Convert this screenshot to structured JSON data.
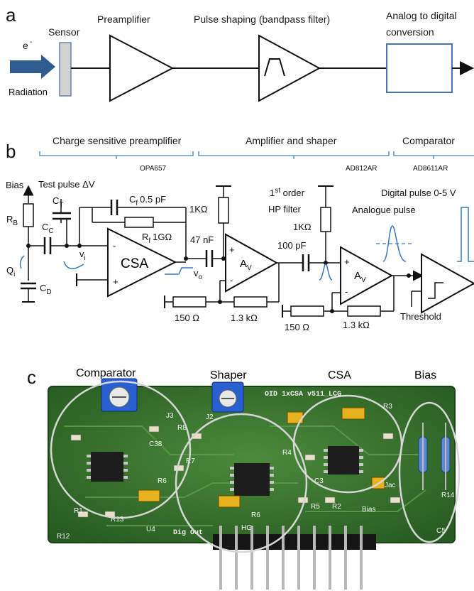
{
  "panel_a": {
    "letter": "a",
    "particle": "e",
    "sensor": "Sensor",
    "radiation": "Radiation",
    "preamplifier": "Preamplifier",
    "pulse_shaping": "Pulse shaping (bandpass filter)",
    "adc_line1": "Analog to digital",
    "adc_line2": "conversion"
  },
  "panel_b": {
    "letter": "b",
    "section_csa": "Charge sensitive preamplifier",
    "section_amp": "Amplifier and shaper",
    "section_comp": "Comparator",
    "chip_csa": "OPA657",
    "chip_amp": "AD812AR",
    "chip_comp": "AD8611AR",
    "bias": "Bias",
    "rb": "R",
    "rb_sub": "B",
    "test_pulse": "Test pulse ΔV",
    "ct": "C",
    "ct_sub": "T",
    "cf": "C",
    "cf_sub": "f",
    "cf_val": "0.5 pF",
    "rf": "R",
    "rf_sub": "f",
    "rf_val": "1GΩ",
    "cc": "C",
    "cc_sub": "C",
    "vi": "v",
    "vi_sub": "i",
    "qi": "Q",
    "qi_sub": "i",
    "cd": "C",
    "cd_sub": "D",
    "csa": "CSA",
    "vo": "v",
    "vo_sub": "o",
    "r1k_a": "1KΩ",
    "c47": "47 nF",
    "av": "A",
    "av_sub": "V",
    "r150_a": "150 Ω",
    "r13_a": "1.3 kΩ",
    "first_order_1": "st",
    "first_order": "1",
    "first_order_rest": " order",
    "hp_filter": "HP filter",
    "r1k_b": "1KΩ",
    "c100": "100 pF",
    "analogue_pulse": "Analogue pulse",
    "digital_pulse": "Digital pulse 0-5 V",
    "r150_b": "150 Ω",
    "r13_b": "1.3 kΩ",
    "threshold": "Threshold"
  },
  "panel_c": {
    "letter": "c",
    "labels": [
      "Comparator",
      "Shaper",
      "CSA",
      "Bias"
    ],
    "silk_title": "OID 1xCSA v511_LCG",
    "silk_dig_out": "Dig Out",
    "silk_bias": "Bias",
    "silk_jac": "Jac",
    "silk_parts": [
      "R8",
      "R7",
      "R6",
      "R1",
      "R13",
      "R12",
      "R4",
      "R5",
      "R2",
      "R3",
      "R6",
      "C3",
      "R14",
      "C5",
      "C38",
      "J3",
      "J2",
      "U4",
      "HG"
    ]
  },
  "colors": {
    "arrow_blue": "#2f5c8f",
    "sensor_gray": "#d3d3d3",
    "brace_blue": "#4f81bd",
    "adc_box": "#4a72b8",
    "pcb_green": "#2f6a2a",
    "pot_blue": "#2a5fd0",
    "ellipse": "#cfcfcf"
  }
}
